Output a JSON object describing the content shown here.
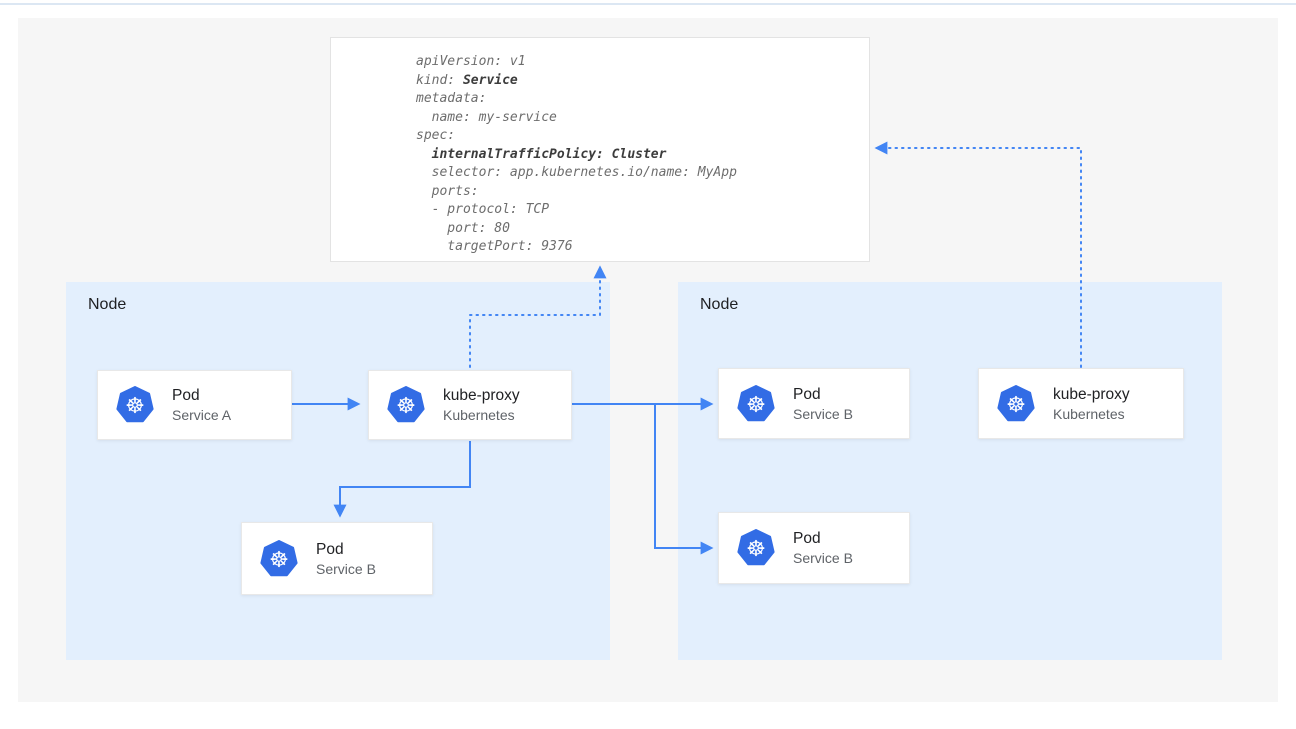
{
  "colors": {
    "arrow_blue": "#4285f4",
    "node_bg": "#e3effd",
    "k8s_blue": "#326ce5",
    "canvas_gray": "#f6f6f6"
  },
  "code_card": {
    "lines": [
      {
        "pre": "apiVersion: v1",
        "bold": ""
      },
      {
        "pre": "kind: ",
        "bold": "Service"
      },
      {
        "pre": "metadata:",
        "bold": ""
      },
      {
        "pre": "  name: my-service",
        "bold": ""
      },
      {
        "pre": "spec:",
        "bold": ""
      },
      {
        "pre": "  ",
        "bold": "internalTrafficPolicy: Cluster"
      },
      {
        "pre": "  selector: app.kubernetes.io/name: MyApp",
        "bold": ""
      },
      {
        "pre": "  ports:",
        "bold": ""
      },
      {
        "pre": "  - protocol: TCP",
        "bold": ""
      },
      {
        "pre": "    port: 80",
        "bold": ""
      },
      {
        "pre": "    targetPort: 9376",
        "bold": ""
      }
    ]
  },
  "nodes": [
    {
      "label": "Node",
      "cards": [
        {
          "title": "Pod",
          "subtitle": "Service A"
        },
        {
          "title": "kube-proxy",
          "subtitle": "Kubernetes"
        },
        {
          "title": "Pod",
          "subtitle": "Service B"
        }
      ]
    },
    {
      "label": "Node",
      "cards": [
        {
          "title": "Pod",
          "subtitle": "Service B"
        },
        {
          "title": "Pod",
          "subtitle": "Service B"
        },
        {
          "title": "kube-proxy",
          "subtitle": "Kubernetes"
        }
      ]
    }
  ]
}
